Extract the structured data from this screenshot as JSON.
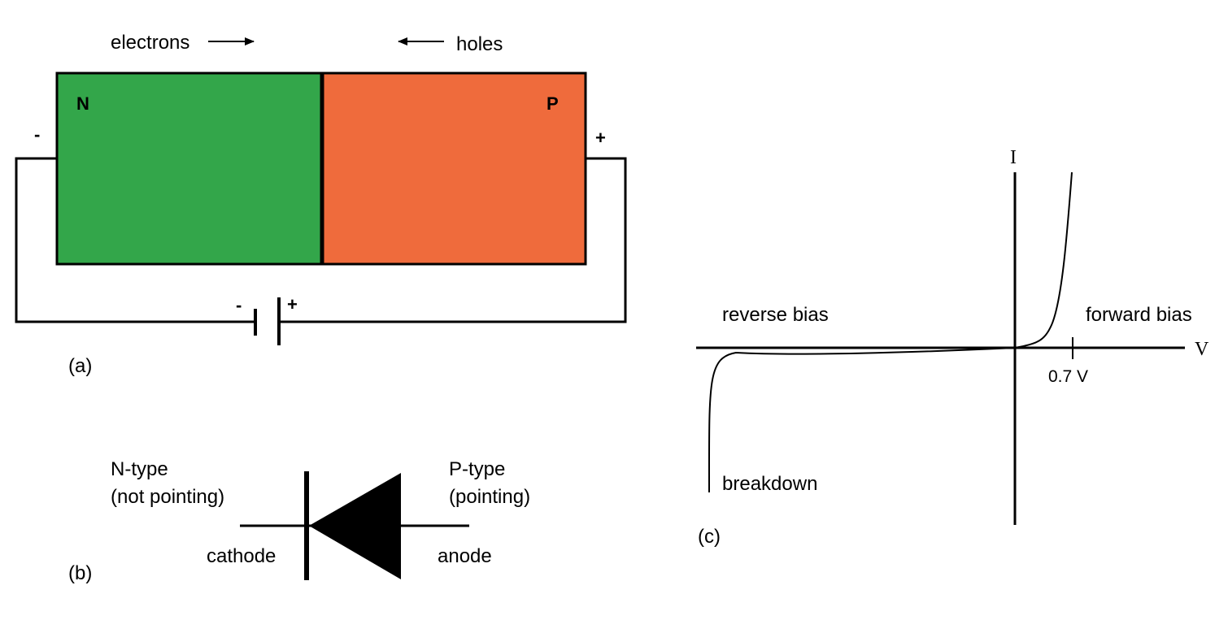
{
  "colors": {
    "n_region": "#33a64a",
    "p_region": "#ef6b3c",
    "line": "#000000"
  },
  "panel_a": {
    "label": "(a)",
    "electrons_label": "electrons",
    "holes_label": "holes",
    "n_label": "N",
    "p_label": "P",
    "n_terminal_sign": "-",
    "p_terminal_sign": "+",
    "battery_minus": "-",
    "battery_plus": "+"
  },
  "panel_b": {
    "label": "(b)",
    "n_type_line1": "N-type",
    "n_type_line2": "(not pointing)",
    "p_type_line1": "P-type",
    "p_type_line2": "(pointing)",
    "cathode_label": "cathode",
    "anode_label": "anode"
  },
  "panel_c": {
    "label": "(c)",
    "y_axis_label": "I",
    "x_axis_label": "V",
    "tick_label": "0.7 V",
    "reverse_label": "reverse bias",
    "forward_label": "forward bias",
    "breakdown_label": "breakdown"
  }
}
